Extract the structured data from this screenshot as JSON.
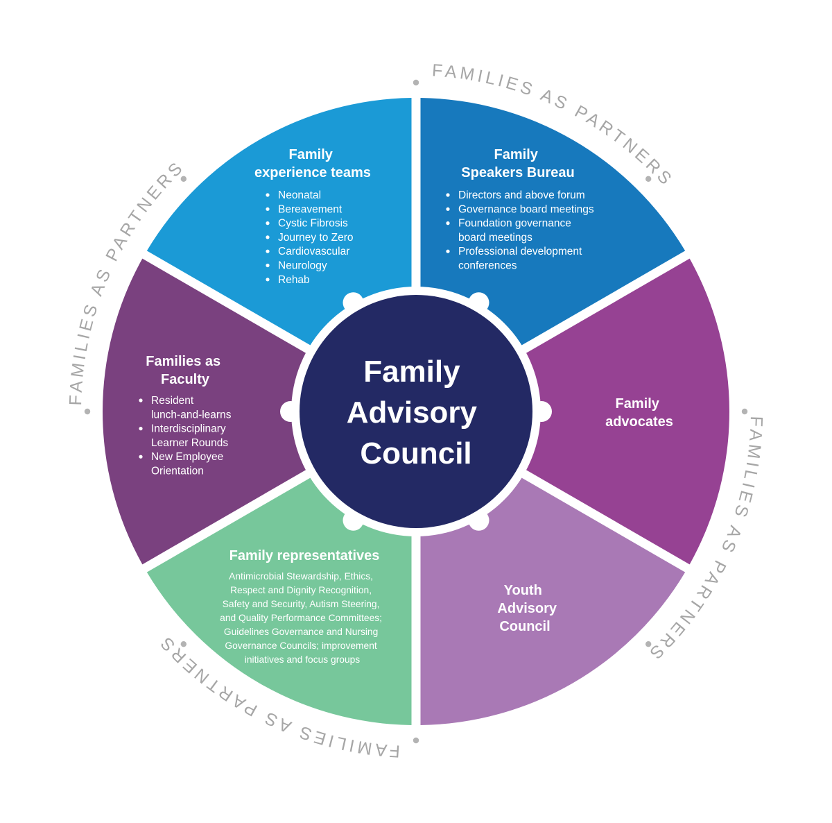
{
  "ring_phrase": "FAMILIES AS PARTNERS",
  "center": {
    "lines": [
      "Family",
      "Advisory",
      "Council"
    ],
    "color": "#232964"
  },
  "segments": [
    {
      "id": "family-experience-teams",
      "color": "#1b9ad6",
      "title": [
        "Family",
        "experience teams"
      ],
      "items": [
        [
          "Neonatal"
        ],
        [
          "Bereavement"
        ],
        [
          "Cystic Fibrosis"
        ],
        [
          "Journey to Zero"
        ],
        [
          "Cardiovascular"
        ],
        [
          "Neurology"
        ],
        [
          "Rehab"
        ]
      ]
    },
    {
      "id": "family-speakers-bureau",
      "color": "#1779bd",
      "title": [
        "Family",
        "Speakers Bureau"
      ],
      "items": [
        [
          "Directors and above forum"
        ],
        [
          "Governance board meetings"
        ],
        [
          "Foundation governance",
          "board meetings"
        ],
        [
          "Professional development",
          "conferences"
        ]
      ]
    },
    {
      "id": "family-advocates",
      "color": "#964293",
      "title": [
        "Family",
        "advocates"
      ],
      "items": []
    },
    {
      "id": "youth-advisory-council",
      "color": "#a979b5",
      "title": [
        "Youth",
        "Advisory",
        "Council"
      ],
      "items": []
    },
    {
      "id": "family-representatives",
      "color": "#77c79b",
      "title": [
        "Family representatives"
      ],
      "paragraph": [
        "Antimicrobial Stewardship, Ethics,",
        "Respect and Dignity Recognition,",
        "Safety and Security, Autism Steering,",
        "and Quality Performance Committees;",
        "Guidelines Governance and Nursing",
        "Governance Councils; improvement",
        "initiatives and focus groups"
      ]
    },
    {
      "id": "families-as-faculty",
      "color": "#7a417f",
      "title": [
        "Families as",
        "Faculty"
      ],
      "items": [
        [
          "Resident",
          "lunch-and-learns"
        ],
        [
          "Interdisciplinary",
          "Learner Rounds"
        ],
        [
          "New Employee",
          "Orientation"
        ]
      ]
    }
  ]
}
